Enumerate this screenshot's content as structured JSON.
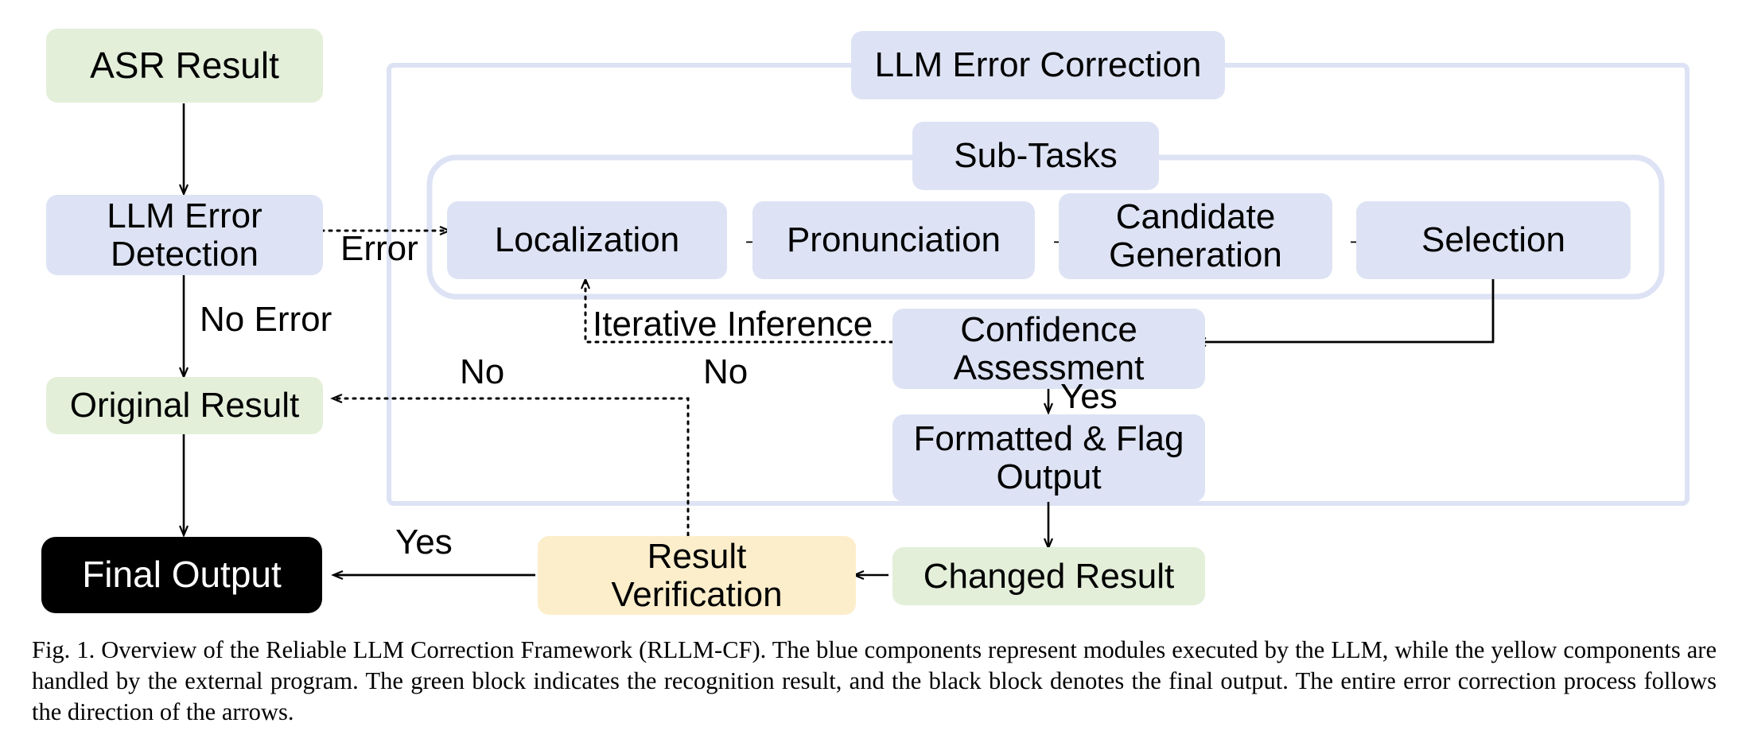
{
  "figure": {
    "colors": {
      "green": "#e3efd9",
      "blue": "#dde3f4",
      "yellow": "#fceecb",
      "black": "#000000",
      "frame": "#dde3f4",
      "arrow": "#000000",
      "text": "#000000",
      "text_on_black": "#ffffff"
    },
    "containers": [
      {
        "id": "llm-error-correction",
        "title": "LLM Error Correction"
      },
      {
        "id": "sub-tasks",
        "title": "Sub-Tasks"
      }
    ],
    "nodes": [
      {
        "id": "asr-result",
        "label": "ASR Result",
        "type": "green"
      },
      {
        "id": "llm-error-detection",
        "label": "LLM Error\nDetection",
        "type": "blue"
      },
      {
        "id": "original-result",
        "label": "Original Result",
        "type": "green"
      },
      {
        "id": "final-output",
        "label": "Final Output",
        "type": "black"
      },
      {
        "id": "localization",
        "label": "Localization",
        "type": "blue"
      },
      {
        "id": "pronunciation",
        "label": "Pronunciation",
        "type": "blue"
      },
      {
        "id": "candidate-generation",
        "label": "Candidate\nGeneration",
        "type": "blue"
      },
      {
        "id": "selection",
        "label": "Selection",
        "type": "blue"
      },
      {
        "id": "confidence-assessment",
        "label": "Confidence\nAssessment",
        "type": "blue"
      },
      {
        "id": "formatted-flag-output",
        "label": "Formatted & Flag\nOutput",
        "type": "blue"
      },
      {
        "id": "changed-result",
        "label": "Changed Result",
        "type": "green"
      },
      {
        "id": "result-verification",
        "label": "Result\nVerification",
        "type": "yellow"
      }
    ],
    "edge_labels": [
      {
        "id": "edge-label-error",
        "text": "Error"
      },
      {
        "id": "edge-label-no-error",
        "text": "No Error"
      },
      {
        "id": "edge-label-no-left",
        "text": "No"
      },
      {
        "id": "edge-label-no-right",
        "text": "No"
      },
      {
        "id": "edge-label-iterative-inference",
        "text": "Iterative Inference"
      },
      {
        "id": "edge-label-yes-confidence",
        "text": "Yes"
      },
      {
        "id": "edge-label-yes-verification",
        "text": "Yes"
      }
    ],
    "sub_task_arrows": [
      "→",
      "→",
      "→"
    ]
  },
  "caption": {
    "text": "Fig. 1.  Overview of the Reliable LLM Correction Framework (RLLM-CF). The blue components represent modules executed by the LLM, while the yellow components are handled by the external program. The green block indicates the recognition result, and the black block denotes the final output. The entire error correction process follows the direction of the arrows."
  }
}
